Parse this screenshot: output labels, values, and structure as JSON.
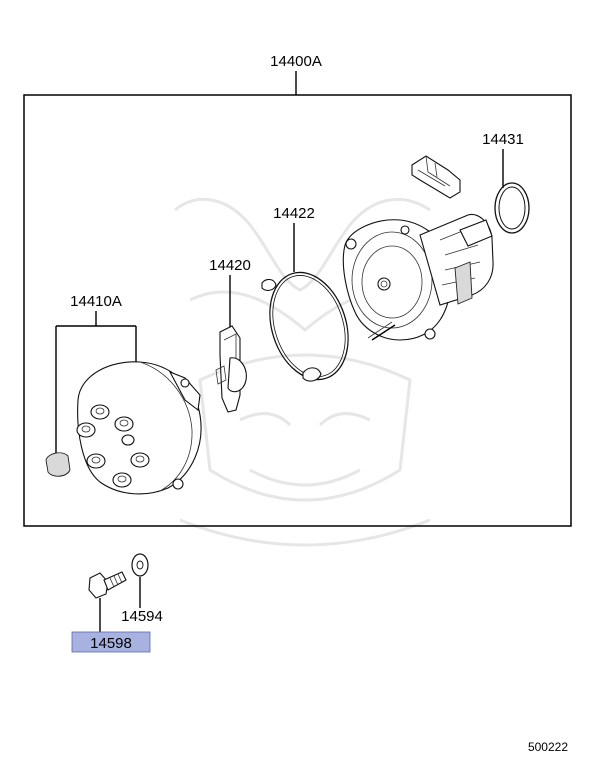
{
  "callouts": {
    "assembly": "14400A",
    "cap": "14410A",
    "rotor": "14420",
    "oring_large": "14422",
    "seal": "14431",
    "washer": "14594",
    "bolt": "14598"
  },
  "diagram_code": "500222",
  "colors": {
    "highlight": "#a8b2e0",
    "highlight_border": "#5a68b0",
    "watermark": "#e6e6e6"
  }
}
